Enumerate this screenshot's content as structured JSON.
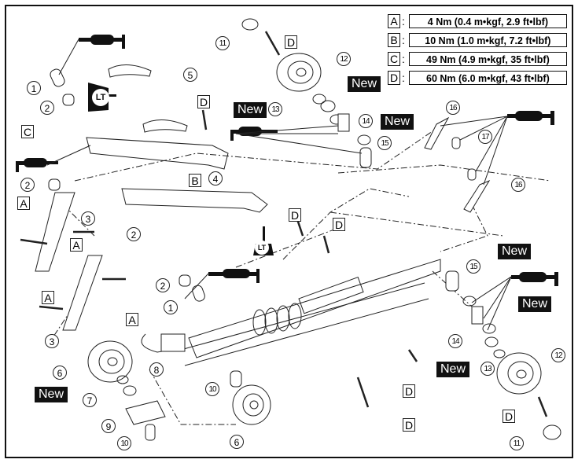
{
  "figure": {
    "title": "Rear suspension exploded view",
    "torque_specs": [
      {
        "key": "A",
        "value": "4 Nm (0.4 m•kgf, 2.9 ft•lbf)"
      },
      {
        "key": "B",
        "value": "10 Nm (1.0 m•kgf, 7.2 ft•lbf)"
      },
      {
        "key": "C",
        "value": "49 Nm (4.9 m•kgf, 35 ft•lbf)"
      },
      {
        "key": "D",
        "value": "60 Nm (6.0 m•kgf, 43 ft•lbf)"
      }
    ],
    "part_numbers": [
      "1",
      "2",
      "3",
      "4",
      "5",
      "6",
      "7",
      "8",
      "9",
      "10",
      "11",
      "12",
      "13",
      "14",
      "15",
      "16",
      "17"
    ],
    "callouts": {
      "n1a": "1",
      "n1b": "1",
      "n2a": "2",
      "n2b": "2",
      "n2c": "2",
      "n2d": "2",
      "n3a": "3",
      "n3b": "3",
      "n4": "4",
      "n5": "5",
      "n6a": "6",
      "n6b": "6",
      "n7": "7",
      "n8": "8",
      "n9": "9",
      "n10a": "10",
      "n10b": "10",
      "n11a": "11",
      "n11b": "11",
      "n12a": "12",
      "n12b": "12",
      "n13a": "13",
      "n13b": "13",
      "n14a": "14",
      "n14b": "14",
      "n15a": "15",
      "n15b": "15",
      "n16a": "16",
      "n16b": "16",
      "n17": "17"
    },
    "torque_callouts": {
      "c1": "C",
      "b1": "B",
      "d1": "D",
      "d2": "D",
      "d3": "D",
      "d4": "D",
      "d5": "D",
      "d6": "D",
      "d7": "D",
      "a1": "A",
      "a2": "A",
      "a3": "A",
      "a4": "A"
    },
    "new_label": "New",
    "lt_label": "LT",
    "icons": [
      "grease-gun-icon",
      "locktite-bottle-icon"
    ]
  }
}
